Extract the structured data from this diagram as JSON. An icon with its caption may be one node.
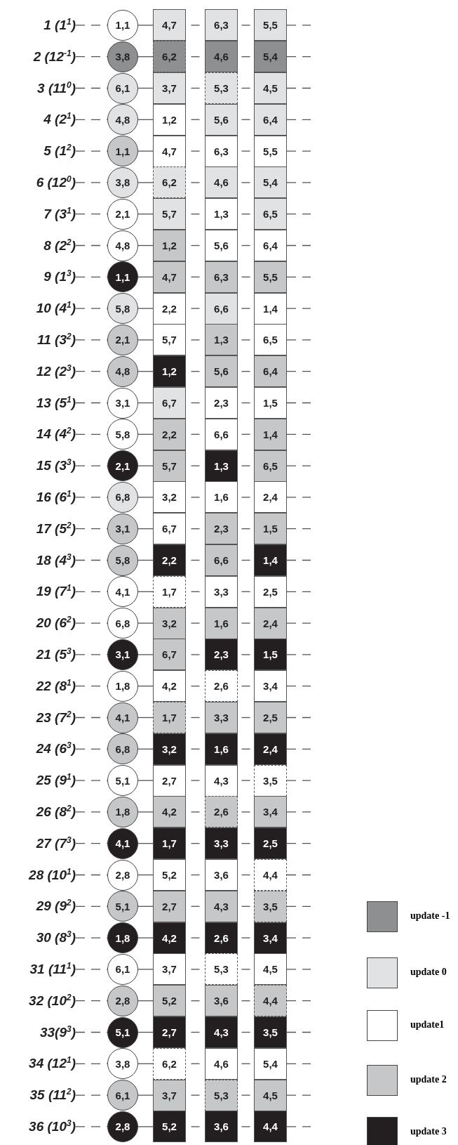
{
  "diagram": {
    "nodes": [
      {
        "text": [
          "1 (1$^{1}$)"
        ]
      },
      {
        "text": [
          "1,1"
        ]
      },
      {
        "text": [
          "4,7"
        ]
      },
      {
        "text": [
          "6,3"
        ]
      },
      {
        "text": [
          "5,5"
        ]
      },
      {
        "text": [
          "2 (12$^{-1}$)"
        ]
      },
      {
        "text": [
          "3,8"
        ]
      },
      {
        "text": [
          "6,2"
        ]
      },
      {
        "text": [
          "4,6"
        ]
      },
      {
        "text": [
          "5,4"
        ]
      },
      {
        "text": [
          "3 (11$^{0}$)"
        ]
      },
      {
        "text": [
          "6,1"
        ]
      },
      {
        "text": [
          "3,7"
        ]
      },
      {
        "text": [
          "5,3"
        ]
      },
      {
        "text": [
          "4,5"
        ]
      },
      {
        "text": [
          "4 (2$^{1}$)"
        ]
      },
      {
        "text": [
          "4,8"
        ]
      },
      {
        "text": [
          "1,2"
        ]
      },
      {
        "text": [
          "5,6"
        ]
      },
      {
        "text": [
          "6,4"
        ]
      },
      {
        "text": [
          "5 (1$^{2}$)"
        ]
      },
      {
        "text": [
          "1,1"
        ]
      },
      {
        "text": [
          "4,7"
        ]
      },
      {
        "text": [
          "6,3"
        ]
      },
      {
        "text": [
          "5,5"
        ]
      },
      {
        "text": [
          "6 (12$^{0}$)"
        ]
      },
      {
        "text": [
          "3,8"
        ]
      },
      {
        "text": [
          "6,2"
        ]
      },
      {
        "text": [
          "4,6"
        ]
      },
      {
        "text": [
          "5,4"
        ]
      },
      {
        "text": [
          "7 (3$^{1}$)"
        ]
      },
      {
        "text": [
          "2,1"
        ]
      },
      {
        "text": [
          "5,7"
        ]
      },
      {
        "text": [
          "1,3"
        ]
      },
      {
        "text": [
          "6,5"
        ]
      },
      {
        "text": [
          "8 (2$^{2}$)"
        ]
      },
      {
        "text": [
          "4,8"
        ]
      },
      {
        "text": [
          "1,2"
        ]
      },
      {
        "text": [
          "5,6"
        ]
      },
      {
        "text": [
          "6,4"
        ]
      },
      {
        "text": [
          "9 (1$^{3}$)"
        ]
      },
      {
        "text": [
          "1,1"
        ]
      },
      {
        "text": [
          "4,7"
        ]
      },
      {
        "text": [
          "6,3"
        ]
      },
      {
        "text": [
          "5,5"
        ]
      },
      {
        "text": [
          "10 (4$^{1}$)"
        ]
      },
      {
        "text": [
          "5,8"
        ]
      },
      {
        "text": [
          "2,2"
        ]
      },
      {
        "text": [
          "6,6"
        ]
      },
      {
        "text": [
          "1,4"
        ]
      },
      {
        "text": [
          "11 (3$^{2}$)"
        ]
      },
      {
        "text": [
          "2,1"
        ]
      },
      {
        "text": [
          "5,7"
        ]
      },
      {
        "text": [
          "1,3"
        ]
      },
      {
        "text": [
          "6,5"
        ]
      },
      {
        "text": [
          "12 (2$^{3}$)"
        ]
      },
      {
        "text": [
          "4,8"
        ]
      },
      {
        "text": [
          "1,2"
        ]
      },
      {
        "text": [
          "5,6"
        ]
      },
      {
        "text": [
          "6,4"
        ]
      },
      {
        "text": [
          "13 (5$^{1}$)"
        ]
      },
      {
        "text": [
          "3,1"
        ]
      },
      {
        "text": [
          "6,7"
        ]
      },
      {
        "text": [
          "2,3"
        ]
      },
      {
        "text": [
          "1,5"
        ]
      },
      {
        "text": [
          "14 (4$^{2}$)"
        ]
      },
      {
        "text": [
          "5,8"
        ]
      },
      {
        "text": [
          "2,2"
        ]
      },
      {
        "text": [
          "6,6"
        ]
      },
      {
        "text": [
          "1,4"
        ]
      },
      {
        "text": [
          "15 (3$^{3}$)"
        ]
      },
      {
        "text": [
          "2,1"
        ]
      },
      {
        "text": [
          "5,7"
        ]
      },
      {
        "text": [
          "1,3"
        ]
      },
      {
        "text": [
          "6,5"
        ]
      },
      {
        "text": [
          "16 (6$^{1}$)"
        ]
      },
      {
        "text": [
          "6,8"
        ]
      },
      {
        "text": [
          "3,2"
        ]
      },
      {
        "text": [
          "1,6"
        ]
      },
      {
        "text": [
          "2,4"
        ]
      },
      {
        "text": [
          "17 (5$^{2}$)"
        ]
      },
      {
        "text": [
          "3,1"
        ]
      },
      {
        "text": [
          "6,7"
        ]
      },
      {
        "text": [
          "2,3"
        ]
      },
      {
        "text": [
          "1,5"
        ]
      },
      {
        "text": [
          "18 (4$^{3}$)"
        ]
      },
      {
        "text": [
          "5,8"
        ]
      },
      {
        "text": [
          "2,2"
        ]
      },
      {
        "text": [
          "6,6"
        ]
      },
      {
        "text": [
          "1,4"
        ]
      },
      {
        "text": [
          "19 (7$^{1}$)"
        ]
      },
      {
        "text": [
          "4,1"
        ]
      },
      {
        "text": [
          "1,7"
        ]
      },
      {
        "text": [
          "3,3"
        ]
      },
      {
        "text": [
          "2,5"
        ]
      },
      {
        "text": [
          "20 (6$^{2}$)"
        ]
      },
      {
        "text": [
          "6,8"
        ]
      },
      {
        "text": [
          "3,2"
        ]
      },
      {
        "text": [
          "1,6"
        ]
      },
      {
        "text": [
          "2,4"
        ]
      },
      {
        "text": [
          "21 (5$^{3}$)"
        ]
      },
      {
        "text": [
          "3,1"
        ]
      },
      {
        "text": [
          "6,7"
        ]
      },
      {
        "text": [
          "2,3"
        ]
      },
      {
        "text": [
          "1,5"
        ]
      },
      {
        "text": [
          "22 (8$^{1}$)"
        ]
      },
      {
        "text": [
          "1,8"
        ]
      },
      {
        "text": [
          "4,2"
        ]
      },
      {
        "text": [
          "2,6"
        ]
      },
      {
        "text": [
          "3,4"
        ]
      },
      {
        "text": [
          "23 (7$^{2}$)"
        ]
      },
      {
        "text": [
          "4,1"
        ]
      },
      {
        "text": [
          "1,7"
        ]
      },
      {
        "text": [
          "3,3"
        ]
      },
      {
        "text": [
          "2,5"
        ]
      },
      {
        "text": [
          "24 (6$^{3}$)"
        ]
      },
      {
        "text": [
          "6,8"
        ]
      },
      {
        "text": [
          "3,2"
        ]
      },
      {
        "text": [
          "1,6"
        ]
      },
      {
        "text": [
          "2,4"
        ]
      },
      {
        "text": [
          "25 (9$^{1}$)"
        ]
      },
      {
        "text": [
          "5,1"
        ]
      },
      {
        "text": [
          "2,7"
        ]
      },
      {
        "text": [
          "4,3"
        ]
      },
      {
        "text": [
          "3,5"
        ]
      },
      {
        "text": [
          "26 (8$^{2}$)"
        ]
      },
      {
        "text": [
          "1,8"
        ]
      },
      {
        "text": [
          "4,2"
        ]
      },
      {
        "text": [
          "2,6"
        ]
      },
      {
        "text": [
          "3,4"
        ]
      },
      {
        "text": [
          "27 (7$^{3}$)"
        ]
      },
      {
        "text": [
          "4,1"
        ]
      },
      {
        "text": [
          "1,7"
        ]
      },
      {
        "text": [
          "3,3"
        ]
      },
      {
        "text": [
          "2,5"
        ]
      },
      {
        "text": [
          "28 (10$^{1}$)"
        ]
      },
      {
        "text": [
          "2,8"
        ]
      },
      {
        "text": [
          "5,2"
        ]
      },
      {
        "text": [
          "3,6"
        ]
      },
      {
        "text": [
          "4,4"
        ]
      },
      {
        "text": [
          "29 (9$^{2}$)"
        ]
      },
      {
        "text": [
          "5,1"
        ]
      },
      {
        "text": [
          "2,7"
        ]
      },
      {
        "text": [
          "4,3"
        ]
      },
      {
        "text": [
          "3,5"
        ]
      },
      {
        "text": [
          "30 (8$^{3}$)"
        ]
      },
      {
        "text": [
          "1,8"
        ]
      },
      {
        "text": [
          "4,2"
        ]
      },
      {
        "text": [
          "2,6"
        ]
      },
      {
        "text": [
          "3,4"
        ]
      },
      {
        "text": [
          "31 (11$^{1}$)"
        ]
      },
      {
        "text": [
          "6,1"
        ]
      },
      {
        "text": [
          "3,7"
        ]
      },
      {
        "text": [
          "5,3"
        ]
      },
      {
        "text": [
          "4,5"
        ]
      },
      {
        "text": [
          "32 (10$^{2}$)"
        ]
      },
      {
        "text": [
          "2,8"
        ]
      },
      {
        "text": [
          "5,2"
        ]
      },
      {
        "text": [
          "3,6"
        ]
      },
      {
        "text": [
          "4,4"
        ]
      },
      {
        "text": [
          "33(9$^{3}$)"
        ]
      },
      {
        "text": [
          "5,1"
        ]
      },
      {
        "text": [
          "2,7"
        ]
      },
      {
        "text": [
          "4,3"
        ]
      },
      {
        "text": [
          "3,5"
        ]
      },
      {
        "text": [
          "34 (12$^{1}$)"
        ]
      },
      {
        "text": [
          "3,8"
        ]
      },
      {
        "text": [
          "6,2"
        ]
      },
      {
        "text": [
          "4,6"
        ]
      },
      {
        "text": [
          "5,4"
        ]
      },
      {
        "text": [
          "35 (11$^{2}$)"
        ]
      },
      {
        "text": [
          "6,1"
        ]
      },
      {
        "text": [
          "3,7"
        ]
      },
      {
        "text": [
          "5,3"
        ]
      },
      {
        "text": [
          "4,5"
        ]
      },
      {
        "text": [
          "36 (10$^{3}$)"
        ]
      },
      {
        "text": [
          "2,8"
        ]
      },
      {
        "text": [
          "5,2"
        ]
      },
      {
        "text": [
          "3,6"
        ]
      },
      {
        "text": [
          "4,4"
        ]
      }
    ],
    "edges": [
      {
        "from": 0,
        "to": 1,
        "arrow": "none",
        "style": "dashed"
      },
      {
        "from": 1,
        "to": 2,
        "arrow": "none"
      },
      {
        "from": 2,
        "to": 3,
        "arrow": "none"
      },
      {
        "from": 3,
        "to": 4,
        "arrow": "none"
      },
      {
        "from": 4,
        "to": null,
        "arrow": "none",
        "style": "dashed"
      },
      {
        "from": 5,
        "to": 6,
        "arrow": "none",
        "style": "dashed"
      },
      {
        "from": 6,
        "to": 7,
        "arrow": "none"
      },
      {
        "from": 7,
        "to": 8,
        "arrow": "none"
      },
      {
        "from": 8,
        "to": 9,
        "arrow": "none"
      },
      {
        "from": 9,
        "to": null,
        "arrow": "none",
        "style": "dashed"
      },
      {
        "from": 10,
        "to": 11,
        "arrow": "none",
        "style": "dashed"
      },
      {
        "from": 11,
        "to": 12,
        "arrow": "none"
      },
      {
        "from": 12,
        "to": 13,
        "arrow": "none"
      },
      {
        "from": 13,
        "to": 14,
        "arrow": "none"
      },
      {
        "from": 14,
        "to": null,
        "arrow": "none",
        "style": "dashed"
      },
      {
        "from": 15,
        "to": 16,
        "arrow": "none",
        "style": "dashed"
      },
      {
        "from": 16,
        "to": 17,
        "arrow": "none"
      },
      {
        "from": 17,
        "to": 18,
        "arrow": "none"
      },
      {
        "from": 18,
        "to": 19,
        "arrow": "none"
      },
      {
        "from": 19,
        "to": null,
        "arrow": "none",
        "style": "dashed"
      },
      {
        "from": 20,
        "to": 21,
        "arrow": "none",
        "style": "dashed"
      },
      {
        "from": 21,
        "to": 22,
        "arrow": "none"
      },
      {
        "from": 22,
        "to": 23,
        "arrow": "none"
      },
      {
        "from": 23,
        "to": 24,
        "arrow": "none"
      },
      {
        "from": 24,
        "to": null,
        "arrow": "none",
        "style": "dashed"
      },
      {
        "from": 25,
        "to": 26,
        "arrow": "none",
        "style": "dashed"
      },
      {
        "from": 26,
        "to": 27,
        "arrow": "none"
      },
      {
        "from": 27,
        "to": 28,
        "arrow": "none"
      },
      {
        "from": 28,
        "to": 29,
        "arrow": "none"
      },
      {
        "from": 29,
        "to": null,
        "arrow": "none",
        "style": "dashed"
      },
      {
        "from": 30,
        "to": 31,
        "arrow": "none",
        "style": "dashed"
      },
      {
        "from": 31,
        "to": 32,
        "arrow": "none"
      },
      {
        "from": 32,
        "to": 33,
        "arrow": "none"
      },
      {
        "from": 33,
        "to": 34,
        "arrow": "none"
      },
      {
        "from": 34,
        "to": null,
        "arrow": "none",
        "style": "dashed"
      },
      {
        "from": 35,
        "to": 36,
        "arrow": "none",
        "style": "dashed"
      },
      {
        "from": 36,
        "to": 37,
        "arrow": "none"
      },
      {
        "from": 37,
        "to": 38,
        "arrow": "none"
      },
      {
        "from": 38,
        "to": 39,
        "arrow": "none"
      },
      {
        "from": 39,
        "to": null,
        "arrow": "none",
        "style": "dashed"
      },
      {
        "from": 40,
        "to": 41,
        "arrow": "none",
        "style": "dashed"
      },
      {
        "from": 41,
        "to": 42,
        "arrow": "none"
      },
      {
        "from": 42,
        "to": 43,
        "arrow": "none"
      },
      {
        "from": 43,
        "to": 44,
        "arrow": "none"
      },
      {
        "from": 44,
        "to": null,
        "arrow": "none",
        "style": "dashed"
      },
      {
        "from": 45,
        "to": 46,
        "arrow": "none",
        "style": "dashed"
      },
      {
        "from": 46,
        "to": 47,
        "arrow": "none"
      },
      {
        "from": 47,
        "to": 48,
        "arrow": "none"
      },
      {
        "from": 48,
        "to": 49,
        "arrow": "none"
      },
      {
        "from": 49,
        "to": null,
        "arrow": "none",
        "style": "dashed"
      },
      {
        "from": 50,
        "to": 51,
        "arrow": "none",
        "style": "dashed"
      },
      {
        "from": 51,
        "to": 52,
        "arrow": "none"
      },
      {
        "from": 52,
        "to": 53,
        "arrow": "none"
      },
      {
        "from": 53,
        "to": 54,
        "arrow": "none"
      },
      {
        "from": 54,
        "to": null,
        "arrow": "none",
        "style": "dashed"
      },
      {
        "from": 55,
        "to": 56,
        "arrow": "none",
        "style": "dashed"
      },
      {
        "from": 56,
        "to": 57,
        "arrow": "none"
      },
      {
        "from": 57,
        "to": 58,
        "arrow": "none"
      },
      {
        "from": 58,
        "to": 59,
        "arrow": "none"
      },
      {
        "from": 59,
        "to": null,
        "arrow": "none",
        "style": "dashed"
      },
      {
        "from": 60,
        "to": 61,
        "arrow": "none",
        "style": "dashed"
      },
      {
        "from": 61,
        "to": 62,
        "arrow": "none"
      },
      {
        "from": 62,
        "to": 63,
        "arrow": "none"
      },
      {
        "from": 63,
        "to": 64,
        "arrow": "none"
      },
      {
        "from": 64,
        "to": null,
        "arrow": "none",
        "style": "dashed"
      },
      {
        "from": 65,
        "to": 66,
        "arrow": "none",
        "style": "dashed"
      },
      {
        "from": 66,
        "to": 67,
        "arrow": "none"
      },
      {
        "from": 67,
        "to": 68,
        "arrow": "none"
      },
      {
        "from": 68,
        "to": 69,
        "arrow": "none"
      },
      {
        "from": 69,
        "to": null,
        "arrow": "none",
        "style": "dashed"
      },
      {
        "from": 70,
        "to": 71,
        "arrow": "none",
        "style": "dashed"
      },
      {
        "from": 71,
        "to": 72,
        "arrow": "none"
      },
      {
        "from": 72,
        "to": 73,
        "arrow": "none"
      },
      {
        "from": 73,
        "to": 74,
        "arrow": "none"
      },
      {
        "from": 74,
        "to": null,
        "arrow": "none",
        "style": "dashed"
      },
      {
        "from": 75,
        "to": 76,
        "arrow": "none",
        "style": "dashed"
      },
      {
        "from": 76,
        "to": 77,
        "arrow": "none"
      },
      {
        "from": 77,
        "to": 78,
        "arrow": "none"
      },
      {
        "from": 78,
        "to": 79,
        "arrow": "none"
      },
      {
        "from": 79,
        "to": null,
        "arrow": "none",
        "style": "dashed"
      },
      {
        "from": 80,
        "to": 81,
        "arrow": "none",
        "style": "dashed"
      },
      {
        "from": 81,
        "to": 82,
        "arrow": "none"
      },
      {
        "from": 82,
        "to": 83,
        "arrow": "none"
      },
      {
        "from": 83,
        "to": 84,
        "arrow": "none"
      },
      {
        "from": 84,
        "to": null,
        "arrow": "none",
        "style": "dashed"
      },
      {
        "from": 85,
        "to": 86,
        "arrow": "none",
        "style": "dashed"
      },
      {
        "from": 86,
        "to": 87,
        "arrow": "none"
      },
      {
        "from": 87,
        "to": 88,
        "arrow": "none"
      },
      {
        "from": 88,
        "to": 89,
        "arrow": "none"
      },
      {
        "from": 89,
        "to": null,
        "arrow": "none",
        "style": "dashed"
      },
      {
        "from": 90,
        "to": 91,
        "arrow": "none",
        "style": "dashed"
      },
      {
        "from": 91,
        "to": 92,
        "arrow": "none"
      },
      {
        "from": 92,
        "to": 93,
        "arrow": "none"
      },
      {
        "from": 93,
        "to": 94,
        "arrow": "none"
      },
      {
        "from": 94,
        "to": null,
        "arrow": "none",
        "style": "dashed"
      },
      {
        "from": 95,
        "to": 96,
        "arrow": "none",
        "style": "dashed"
      },
      {
        "from": 96,
        "to": 97,
        "arrow": "none"
      },
      {
        "from": 97,
        "to": 98,
        "arrow": "none"
      },
      {
        "from": 98,
        "to": 99,
        "arrow": "none"
      },
      {
        "from": 99,
        "to": null,
        "arrow": "none",
        "style": "dashed"
      },
      {
        "from": 100,
        "to": 101,
        "arrow": "none",
        "style": "dashed"
      },
      {
        "from": 101,
        "to": 102,
        "arrow": "none"
      },
      {
        "from": 102,
        "to": 103,
        "arrow": "none"
      },
      {
        "from": 103,
        "to": 104,
        "arrow": "none"
      },
      {
        "from": 104,
        "to": null,
        "arrow": "none",
        "style": "dashed"
      },
      {
        "from": 105,
        "to": 106,
        "arrow": "none",
        "style": "dashed"
      },
      {
        "from": 106,
        "to": 107,
        "arrow": "none"
      },
      {
        "from": 107,
        "to": 108,
        "arrow": "none"
      },
      {
        "from": 108,
        "to": 109,
        "arrow": "none"
      },
      {
        "from": 109,
        "to": null,
        "arrow": "none",
        "style": "dashed"
      },
      {
        "from": 110,
        "to": 111,
        "arrow": "none",
        "style": "dashed"
      },
      {
        "from": 111,
        "to": 112,
        "arrow": "none"
      },
      {
        "from": 112,
        "to": 113,
        "arrow": "none"
      },
      {
        "from": 113,
        "to": 114,
        "arrow": "none"
      },
      {
        "from": 114,
        "to": null,
        "arrow": "none",
        "style": "dashed"
      },
      {
        "from": 115,
        "to": 116,
        "arrow": "none",
        "style": "dashed"
      },
      {
        "from": 116,
        "to": 117,
        "arrow": "none"
      },
      {
        "from": 117,
        "to": 118,
        "arrow": "none"
      },
      {
        "from": 118,
        "to": 119,
        "arrow": "none"
      },
      {
        "from": 119,
        "to": null,
        "arrow": "none",
        "style": "dashed"
      },
      {
        "from": 120,
        "to": 121,
        "arrow": "none",
        "style": "dashed"
      },
      {
        "from": 121,
        "to": 122,
        "arrow": "none"
      },
      {
        "from": 122,
        "to": 123,
        "arrow": "none"
      },
      {
        "from": 123,
        "to": 124,
        "arrow": "none"
      },
      {
        "from": 124,
        "to": null,
        "arrow": "none",
        "style": "dashed"
      },
      {
        "from": 125,
        "to": 126,
        "arrow": "none",
        "style": "dashed"
      },
      {
        "from": 126,
        "to": 127,
        "arrow": "none"
      },
      {
        "from": 127,
        "to": 128,
        "arrow": "none"
      },
      {
        "from": 128,
        "to": 129,
        "arrow": "none"
      },
      {
        "from": 129,
        "to": null,
        "arrow": "none",
        "style": "dashed"
      },
      {
        "from": 130,
        "to": 131,
        "arrow": "none",
        "style": "dashed"
      },
      {
        "from": 131,
        "to": 132,
        "arrow": "none"
      },
      {
        "from": 132,
        "to": 133,
        "arrow": "none"
      },
      {
        "from": 133,
        "to": 134,
        "arrow": "none"
      },
      {
        "from": 134,
        "to": null,
        "arrow": "none",
        "style": "dashed"
      },
      {
        "from": 135,
        "to": 136,
        "arrow": "none",
        "style": "dashed"
      },
      {
        "from": 136,
        "to": 137,
        "arrow": "none"
      },
      {
        "from": 137,
        "to": 138,
        "arrow": "none"
      },
      {
        "from": 138,
        "to": 139,
        "arrow": "none"
      },
      {
        "from": 139,
        "to": null,
        "arrow": "none",
        "style": "dashed"
      },
      {
        "from": 140,
        "to": 141,
        "arrow": "none",
        "style": "dashed"
      },
      {
        "from": 141,
        "to": 142,
        "arrow": "none"
      },
      {
        "from": 142,
        "to": 143,
        "arrow": "none"
      },
      {
        "from": 143,
        "to": 144,
        "arrow": "none"
      },
      {
        "from": 144,
        "to": null,
        "arrow": "none",
        "style": "dashed"
      },
      {
        "from": 145,
        "to": 146,
        "arrow": "none",
        "style": "dashed"
      },
      {
        "from": 146,
        "to": 147,
        "arrow": "none"
      },
      {
        "from": 147,
        "to": 148,
        "arrow": "none"
      },
      {
        "from": 148,
        "to": 149,
        "arrow": "none"
      },
      {
        "from": 149,
        "to": null,
        "arrow": "none",
        "style": "dashed"
      },
      {
        "from": 150,
        "to": 151,
        "arrow": "none",
        "style": "dashed"
      },
      {
        "from": 151,
        "to": 152,
        "arrow": "none"
      },
      {
        "from": 152,
        "to": 153,
        "arrow": "none"
      },
      {
        "from": 153,
        "to": 154,
        "arrow": "none"
      },
      {
        "from": 154,
        "to": null,
        "arrow": "none",
        "style": "dashed"
      },
      {
        "from": 155,
        "to": 156,
        "arrow": "none",
        "style": "dashed"
      },
      {
        "from": 156,
        "to": 157,
        "arrow": "none"
      },
      {
        "from": 157,
        "to": 158,
        "arrow": "none"
      },
      {
        "from": 158,
        "to": 159,
        "arrow": "none"
      },
      {
        "from": 159,
        "to": null,
        "arrow": "none",
        "style": "dashed"
      },
      {
        "from": 160,
        "to": 161,
        "arrow": "none",
        "style": "dashed"
      },
      {
        "from": 161,
        "to": 162,
        "arrow": "none"
      },
      {
        "from": 162,
        "to": 163,
        "arrow": "none"
      },
      {
        "from": 163,
        "to": 164,
        "arrow": "none"
      },
      {
        "from": 164,
        "to": null,
        "arrow": "none",
        "style": "dashed"
      },
      {
        "from": 165,
        "to": 166,
        "arrow": "none",
        "style": "dashed"
      },
      {
        "from": 166,
        "to": 167,
        "arrow": "none"
      },
      {
        "from": 167,
        "to": 168,
        "arrow": "none"
      },
      {
        "from": 168,
        "to": 169,
        "arrow": "none"
      },
      {
        "from": 169,
        "to": null,
        "arrow": "none",
        "style": "dashed"
      },
      {
        "from": 170,
        "to": 171,
        "arrow": "none",
        "style": "dashed"
      },
      {
        "from": 171,
        "to": 172,
        "arrow": "none"
      },
      {
        "from": 172,
        "to": 173,
        "arrow": "none"
      },
      {
        "from": 173,
        "to": 174,
        "arrow": "none"
      },
      {
        "from": 174,
        "to": null,
        "arrow": "none",
        "style": "dashed"
      },
      {
        "from": 175,
        "to": 176,
        "arrow": "none",
        "style": "dashed"
      },
      {
        "from": 176,
        "to": 177,
        "arrow": "none"
      },
      {
        "from": 177,
        "to": 178,
        "arrow": "none"
      },
      {
        "from": 178,
        "to": 179,
        "arrow": "none"
      },
      {
        "from": 179,
        "to": null,
        "arrow": "none",
        "style": "dashed"
      }
    ],
    "legend": [
      {
        "text": "update -1",
        "color": "#8e8f91"
      },
      {
        "text": "update 0",
        "color": "#e1e2e4"
      },
      {
        "text": "update1",
        "color": "#ffffff"
      },
      {
        "text": "update 2",
        "color": "#c6c7c9"
      },
      {
        "text": "update 3",
        "color": "#231f20"
      }
    ]
  }
}
